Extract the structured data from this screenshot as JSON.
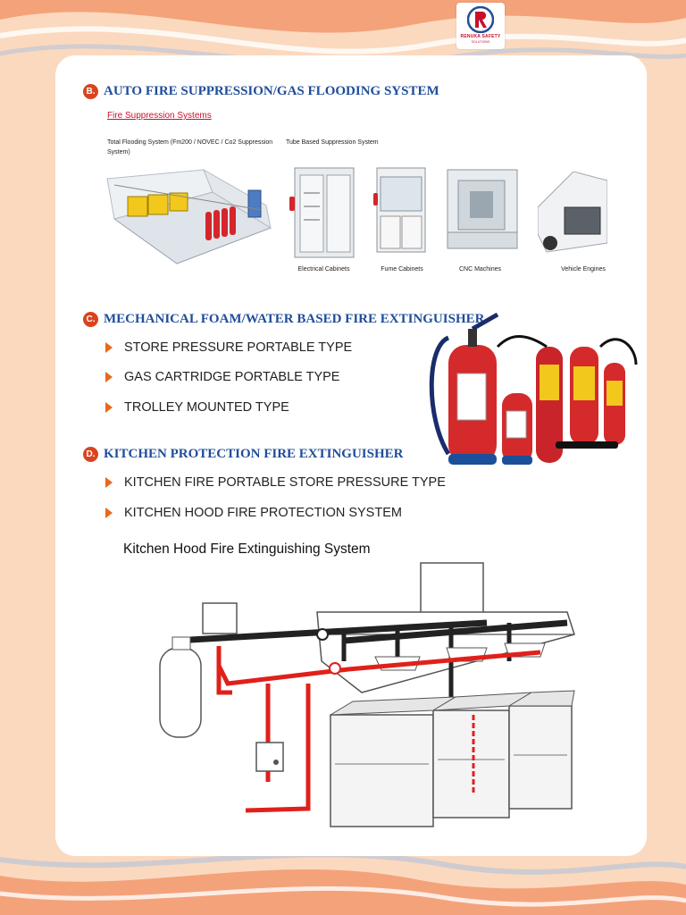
{
  "logo": {
    "brand": "RENUKA SAFETY",
    "sub": "SOLUTIONS"
  },
  "section_b": {
    "badge": "B.",
    "title": "AUTO FIRE SUPPRESSION/GAS FLOODING SYSTEM",
    "subtitle": "Fire Suppression Systems",
    "total_flooding": "Total Flooding System (Fm200 / NOVEC / Co2 Suppression System)",
    "tube_based": "Tube Based Suppression System",
    "captions": [
      "Electrical Cabinets",
      "Fume Cabinets",
      "CNC Machines",
      "Vehicle Engines"
    ]
  },
  "section_c": {
    "badge": "C.",
    "title": "MECHANICAL FOAM/WATER BASED FIRE EXTINGUISHER",
    "items": [
      "STORE PRESSURE PORTABLE TYPE",
      "GAS CARTRIDGE PORTABLE TYPE",
      "TROLLEY MOUNTED TYPE"
    ]
  },
  "section_d": {
    "badge": "D.",
    "title": "KITCHEN PROTECTION FIRE EXTINGUISHER",
    "items": [
      "KITCHEN FIRE PORTABLE STORE PRESSURE TYPE",
      "KITCHEN HOOD FIRE PROTECTION SYSTEM"
    ],
    "diagram_title": "Kitchen Hood Fire Extinguishing System"
  },
  "colors": {
    "heading": "#1f4d9a",
    "badge": "#d9441f",
    "arrow": "#e8681c",
    "accent": "#c8102e",
    "page_bg": "#fbd9bf"
  }
}
